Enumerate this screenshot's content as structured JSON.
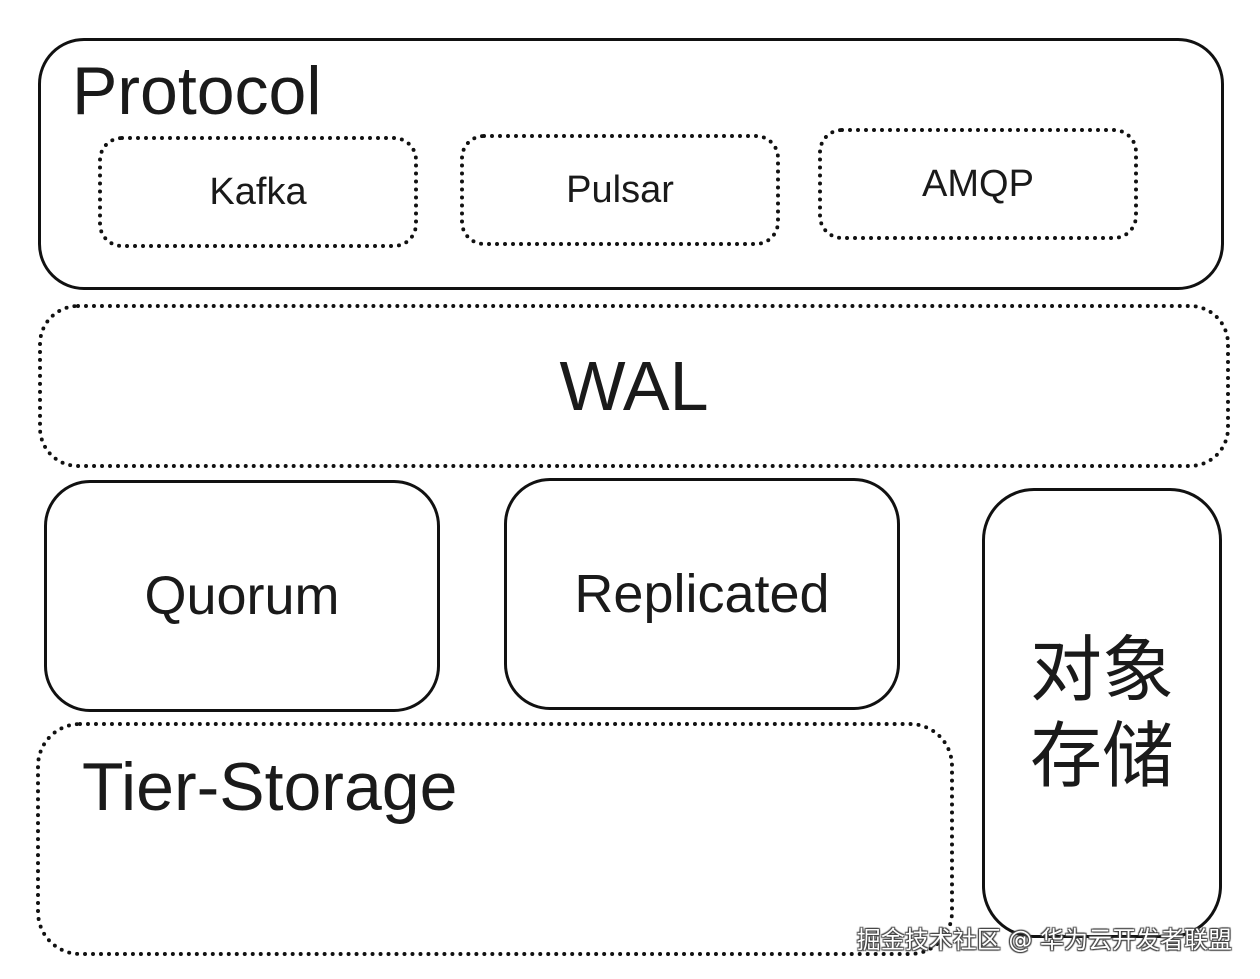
{
  "protocol": {
    "title": "Protocol",
    "items": [
      "Kafka",
      "Pulsar",
      "AMQP"
    ]
  },
  "wal": {
    "title": "WAL"
  },
  "quorum": {
    "title": "Quorum"
  },
  "replicated": {
    "title": "Replicated"
  },
  "object_storage": {
    "line1": "对象",
    "line2": "存储"
  },
  "tier_storage": {
    "title": "Tier-Storage"
  },
  "watermark": "掘金技术社区 @ 华为云开发者联盟"
}
